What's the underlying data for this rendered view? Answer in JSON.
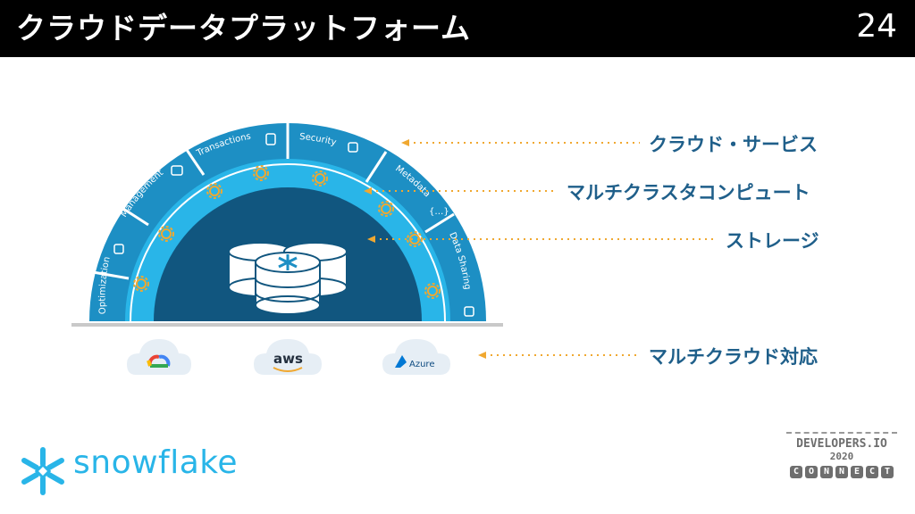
{
  "header": {
    "title": "クラウドデータプラットフォーム",
    "page_number": "24"
  },
  "layers": {
    "services": "クラウド・サービス",
    "compute": "マルチクラスタコンピュート",
    "storage": "ストレージ",
    "multicloud": "マルチクラウド対応"
  },
  "segments": [
    "Optimization",
    "Management",
    "Transactions",
    "Security",
    "Metadata",
    "Data Sharing"
  ],
  "clouds": [
    "google-cloud-icon",
    "aws",
    "Azure"
  ],
  "brand": {
    "name": "snowflake"
  },
  "event": {
    "line1": "DEVELOPERS.IO",
    "line2": "2020",
    "line3": [
      "C",
      "O",
      "N",
      "N",
      "E",
      "C",
      "T"
    ]
  },
  "colors": {
    "outer_ring": "#1d8fc4",
    "middle_ring": "#29b5e8",
    "inner_dome": "#11567f",
    "label": "#1f5f8a",
    "arrow": "#f0a830"
  }
}
